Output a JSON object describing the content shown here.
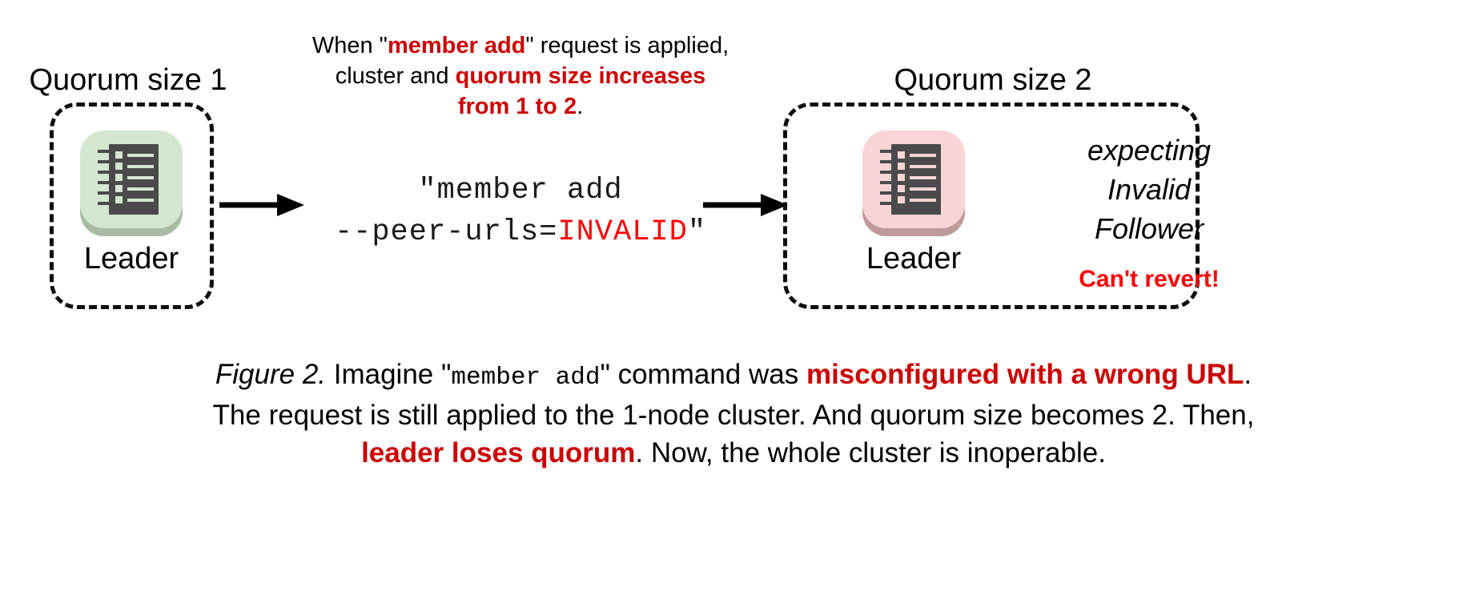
{
  "figure": {
    "left_panel": {
      "title": "Quorum size 1",
      "node_label": "Leader",
      "icon_name": "server-icon-green",
      "icon_bg": "#D4E6D0",
      "icon_shadow": "#A8BCA4",
      "icon_body": "#4A4A4A"
    },
    "right_panel": {
      "title": "Quorum size 2",
      "node_label": "Leader",
      "icon_name": "server-icon-pink",
      "icon_bg": "#F8D4D4",
      "icon_shadow": "#BF9A9A",
      "icon_body": "#4A4A4A",
      "status_line_1": "expecting",
      "status_line_2": "Invalid",
      "status_line_3": "Follower",
      "warning": "Can't revert!"
    },
    "top_note": {
      "l1_a": "When \"",
      "l1_b": "member add",
      "l1_c": "\" request is applied,",
      "l2_a": "cluster and ",
      "l2_b": "quorum size increases",
      "l3_a": "from 1 to 2",
      "l3_b": "."
    },
    "command": {
      "line1": "\"member add",
      "line2_a": "--peer-urls=",
      "line2_b": "INVALID",
      "line2_c": "\""
    },
    "arrows": {
      "left_arrow_name": "arrow-right-1",
      "right_arrow_name": "arrow-right-2"
    },
    "caption": {
      "l1_a": "Figure 2.",
      "l1_b": " Imagine \"",
      "l1_c": "member add",
      "l1_d": "\" command was ",
      "l1_e": "misconfigured with a wrong URL",
      "l1_f": ".",
      "l2": "The request is still applied to the 1-node cluster. And quorum size becomes 2. Then,",
      "l3_a": "leader loses quorum",
      "l3_b": ". Now, the whole cluster is inoperable."
    },
    "colors": {
      "red_dark": "#CC0000",
      "red_bright": "#FF0000",
      "text": "#000000",
      "background": "#FFFFFF"
    }
  }
}
